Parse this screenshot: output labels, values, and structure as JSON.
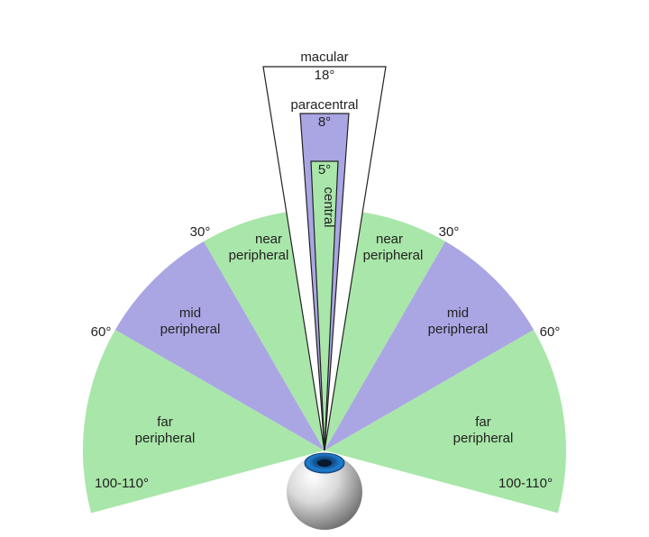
{
  "diagram": {
    "colors": {
      "green": "#a9e6a9",
      "purple": "#aaa6e4",
      "outline": "#222222",
      "iris": "#1f7fd1",
      "pupil": "#123456",
      "globe": "#bdbdbd"
    },
    "zones": [
      {
        "key": "far_left",
        "label_line1": "far",
        "label_line2": "peripheral",
        "color": "green"
      },
      {
        "key": "mid_left",
        "label_line1": "mid",
        "label_line2": "peripheral",
        "color": "purple"
      },
      {
        "key": "near_left",
        "label_line1": "near",
        "label_line2": "peripheral",
        "color": "green"
      },
      {
        "key": "near_right",
        "label_line1": "near",
        "label_line2": "peripheral",
        "color": "green"
      },
      {
        "key": "mid_right",
        "label_line1": "mid",
        "label_line2": "peripheral",
        "color": "purple"
      },
      {
        "key": "far_right",
        "label_line1": "far",
        "label_line2": "peripheral",
        "color": "green"
      }
    ],
    "macular": {
      "label": "macular",
      "angle": "18°"
    },
    "paracentral": {
      "label": "paracentral",
      "angle": "8°"
    },
    "central": {
      "angle": "5°",
      "label": "central"
    },
    "angle_labels": {
      "left_30": "30°",
      "right_30": "30°",
      "left_60": "60°",
      "right_60": "60°",
      "left_far": "100-110°",
      "right_far": "100-110°"
    }
  }
}
